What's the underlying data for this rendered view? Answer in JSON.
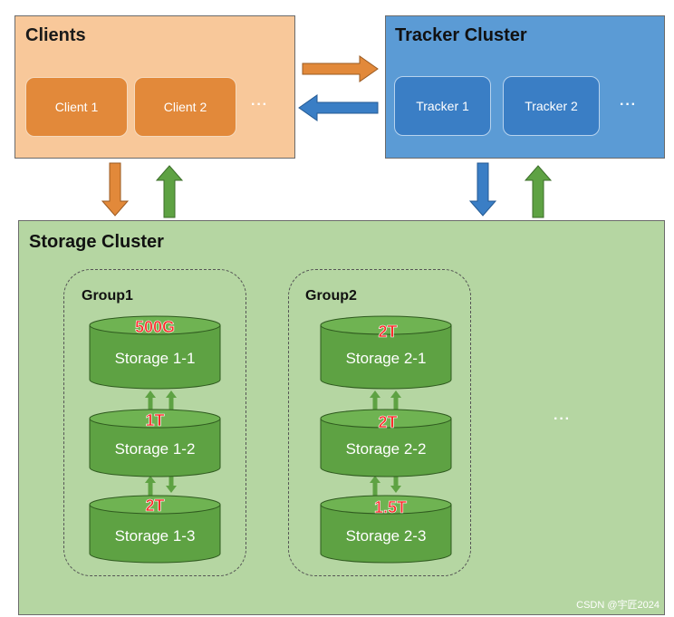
{
  "clients": {
    "title": "Clients",
    "nodes": [
      "Client 1",
      "Client 2"
    ],
    "more": "···"
  },
  "tracker": {
    "title": "Tracker Cluster",
    "nodes": [
      "Tracker 1",
      "Tracker 2"
    ],
    "more": "···"
  },
  "storage": {
    "title": "Storage Cluster",
    "more": "···",
    "groups": [
      {
        "label": "Group1",
        "nodes": [
          "Storage 1-1",
          "Storage 1-2",
          "Storage 1-3"
        ],
        "capacities": [
          "500G",
          "1T",
          "2T"
        ]
      },
      {
        "label": "Group2",
        "nodes": [
          "Storage 2-1",
          "Storage 2-2",
          "Storage 2-3"
        ],
        "capacities": [
          "2T",
          "2T",
          "1.5T"
        ]
      }
    ]
  },
  "watermark": "CSDN @宇匠2024",
  "colors": {
    "clients_bg": "#f8c89a",
    "client_node": "#e2893a",
    "tracker_bg": "#5b9bd5",
    "tracker_node": "#3a7ec5",
    "storage_bg": "#b5d6a2",
    "cylinder": "#5ea243",
    "arrow_orange": "#e2893a",
    "arrow_blue": "#3a7ec5",
    "arrow_green": "#5ea243",
    "capacity_text": "#ff2a2a"
  }
}
